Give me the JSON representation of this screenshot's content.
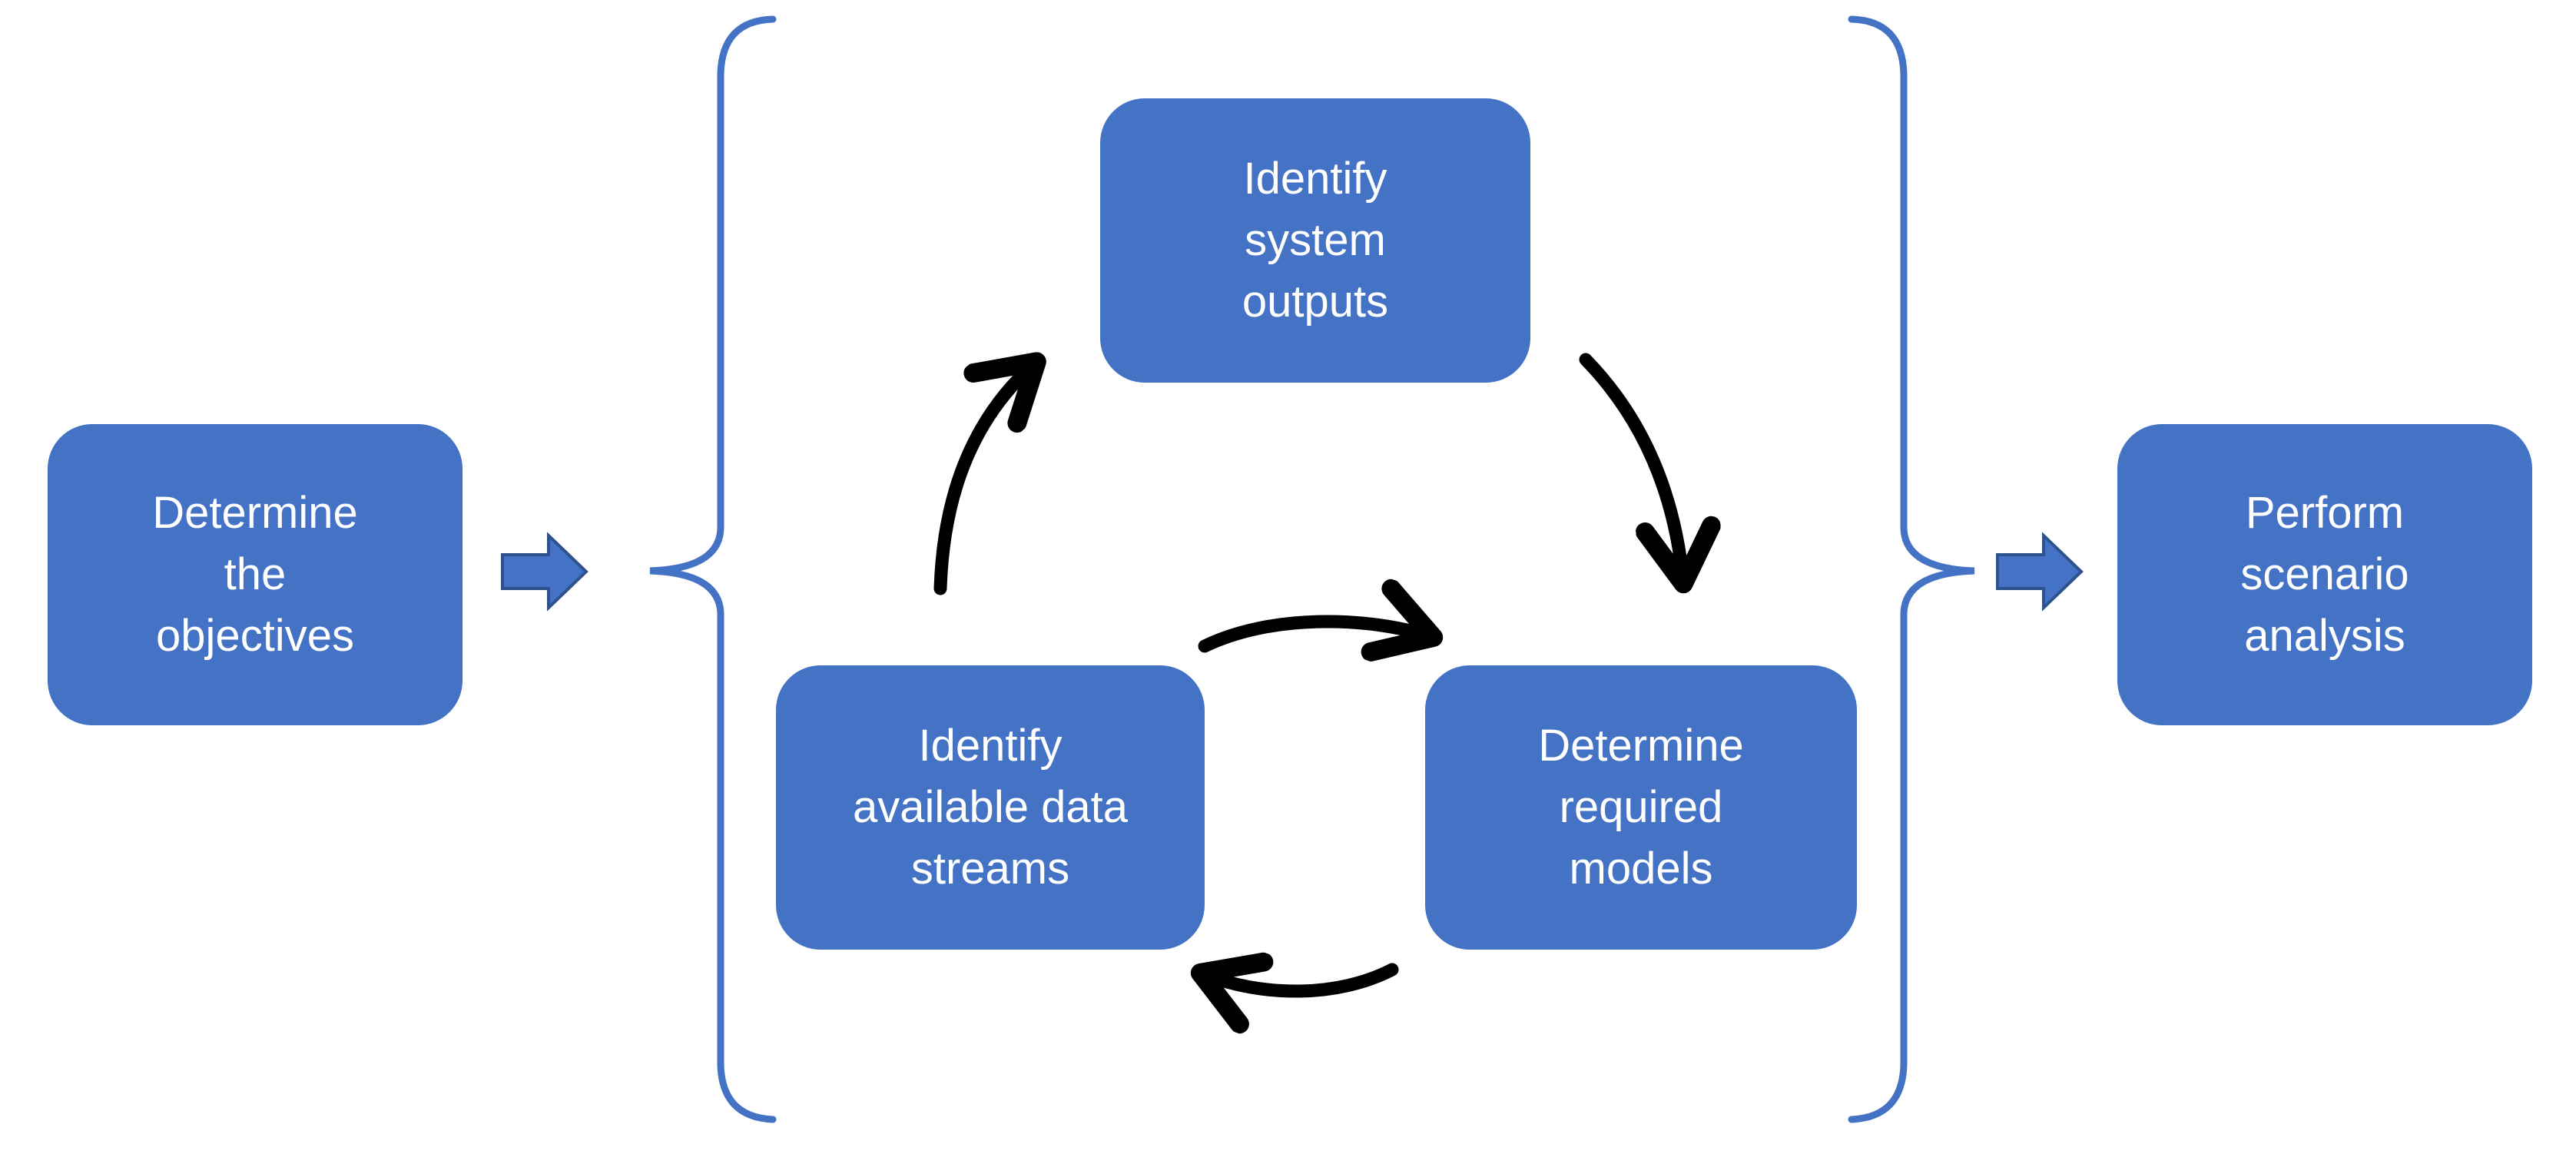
{
  "colors": {
    "node_fill": "#4472C4",
    "node_text": "#FFFFFF",
    "block_arrow_fill": "#4472C4",
    "block_arrow_outline": "#2F528F",
    "brace": "#4472C4",
    "cycle_arrow": "#000000",
    "background": "#FFFFFF"
  },
  "nodes": {
    "determine_objectives": {
      "label": "Determine\nthe\nobjectives"
    },
    "identify_system_outputs": {
      "label": "Identify\nsystem\noutputs"
    },
    "identify_available_data_streams": {
      "label": "Identify\navailable data\nstreams"
    },
    "determine_required_models": {
      "label": "Determine\nrequired\nmodels"
    },
    "perform_scenario_analysis": {
      "label": "Perform\nscenario\nanalysis"
    }
  },
  "connections": [
    {
      "from": "determine_objectives",
      "to": "iterative_cycle_group",
      "style": "blue-block-arrow"
    },
    {
      "from": "identify_available_data_streams",
      "to": "identify_system_outputs",
      "style": "black-curved-arrow"
    },
    {
      "from": "identify_system_outputs",
      "to": "determine_required_models",
      "style": "black-curved-arrow"
    },
    {
      "from": "identify_available_data_streams",
      "to": "determine_required_models",
      "style": "black-curved-arrow"
    },
    {
      "from": "determine_required_models",
      "to": "identify_available_data_streams",
      "style": "black-curved-arrow"
    },
    {
      "from": "iterative_cycle_group",
      "to": "perform_scenario_analysis",
      "style": "blue-block-arrow"
    }
  ]
}
